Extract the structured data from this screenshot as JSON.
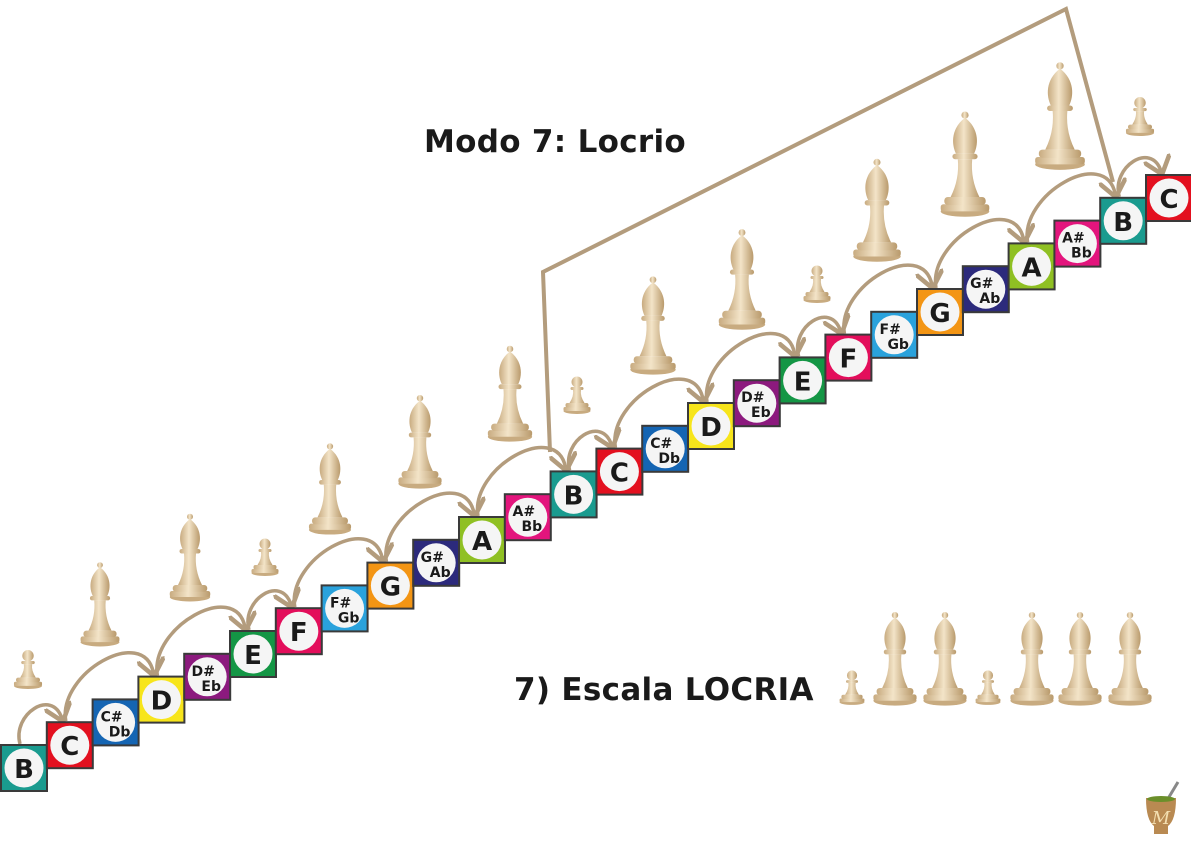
{
  "mode_title": "Modo 7: Locrio",
  "scale_title": "7) Escala LOCRIA",
  "logo_letter": "M",
  "notes": [
    {
      "label": "B",
      "color": "#1a9b8f"
    },
    {
      "label": "C",
      "color": "#e3101f"
    },
    {
      "label": "C#",
      "sub": "Db",
      "color": "#1565b3"
    },
    {
      "label": "D",
      "color": "#f7e51b"
    },
    {
      "label": "D#",
      "sub": "Eb",
      "color": "#8c1a7e"
    },
    {
      "label": "E",
      "color": "#149645"
    },
    {
      "label": "F",
      "color": "#e30e5b"
    },
    {
      "label": "F#",
      "sub": "Gb",
      "color": "#2aa2dc"
    },
    {
      "label": "G",
      "color": "#f39514"
    },
    {
      "label": "G#",
      "sub": "Ab",
      "color": "#2c2a7c"
    },
    {
      "label": "A",
      "color": "#8fc023"
    },
    {
      "label": "A#",
      "sub": "Bb",
      "color": "#e3157d"
    },
    {
      "label": "B",
      "color": "#1a9b8f"
    },
    {
      "label": "C",
      "color": "#e3101f"
    },
    {
      "label": "C#",
      "sub": "Db",
      "color": "#1565b3"
    },
    {
      "label": "D",
      "color": "#f7e51b"
    },
    {
      "label": "D#",
      "sub": "Eb",
      "color": "#8c1a7e"
    },
    {
      "label": "E",
      "color": "#149645"
    },
    {
      "label": "F",
      "color": "#e30e5b"
    },
    {
      "label": "F#",
      "sub": "Gb",
      "color": "#2aa2dc"
    },
    {
      "label": "G",
      "color": "#f39514"
    },
    {
      "label": "G#",
      "sub": "Ab",
      "color": "#2c2a7c"
    },
    {
      "label": "A",
      "color": "#8fc023"
    },
    {
      "label": "A#",
      "sub": "Bb",
      "color": "#e3157d"
    },
    {
      "label": "B",
      "color": "#1a9b8f"
    },
    {
      "label": "C",
      "color": "#e3101f"
    }
  ],
  "scale_note_indices": [
    0,
    1,
    3,
    5,
    6,
    8,
    10,
    12,
    13,
    15,
    17,
    18,
    20,
    22,
    24,
    25
  ],
  "steps": [
    "pawn",
    "bishop",
    "bishop",
    "pawn",
    "bishop",
    "bishop",
    "bishop",
    "pawn",
    "bishop",
    "bishop",
    "pawn",
    "bishop",
    "bishop",
    "bishop",
    "pawn"
  ],
  "scale_pattern": [
    "pawn",
    "bishop",
    "bishop",
    "pawn",
    "bishop",
    "bishop",
    "bishop"
  ],
  "colors": {
    "arrow": "#b39c7d",
    "piece_light": "#f1e1c4",
    "piece_dark": "#c9ad83",
    "title": "#1a1a1a"
  }
}
